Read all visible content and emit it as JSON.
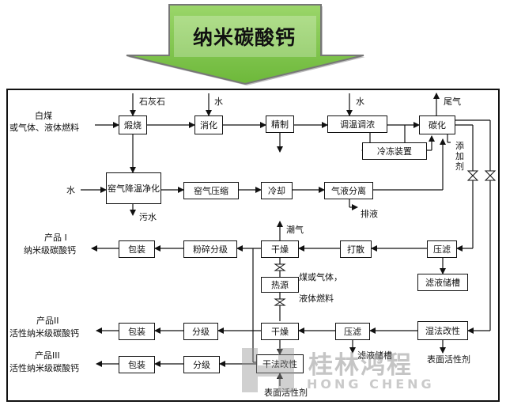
{
  "title": "纳米碳酸钙",
  "inputs": {
    "fuel_line1": "白煤",
    "fuel_line2": "或气体、液体燃料",
    "limestone": "石灰石",
    "water_slake": "水",
    "water_adjust": "水",
    "water_kiln_gas": "水",
    "tail_gas": "尾气",
    "additive": "添加剂",
    "fuel_heat_line1": "煤或气体，",
    "fuel_heat_line2": "液体燃料",
    "surface_agent_wet": "表面活性剂",
    "surface_agent_dry": "表面活性剂"
  },
  "outputs": {
    "sewage": "污水",
    "drain": "排液",
    "moisture": "潮气",
    "filtrate_tank_label": "滤液储槽"
  },
  "boxes": {
    "calcine": "煅烧",
    "slake": "消化",
    "refine": "精制",
    "temp_adjust": "调温调浓",
    "carbonize": "碳化",
    "freezer": "冷冻装置",
    "kiln_gas_clean": "窑气降温净化",
    "kiln_gas_compress": "窑气压缩",
    "cool": "冷却",
    "gas_liquid_sep": "气液分离",
    "pack1": "包装",
    "crush_grade": "粉碎分级",
    "dry1": "干燥",
    "disperse": "打散",
    "press_filter1": "压滤",
    "filtrate_tank": "滤液储槽",
    "heat_source": "热源",
    "pack2": "包装",
    "grade2": "分级",
    "dry2": "干燥",
    "press_filter2": "压滤",
    "wet_modify": "湿法改性",
    "pack3": "包装",
    "grade3": "分级",
    "dry_modify": "干法改性"
  },
  "products": {
    "p1_name": "产品 I",
    "p1_desc": "纳米级碳酸钙",
    "p2_name": "产品II",
    "p2_desc": "活性纳米级碳酸钙",
    "p3_name": "产品III",
    "p3_desc": "活性纳米级碳酸钙"
  },
  "watermark": {
    "cn": "桂林鸿程",
    "en": "HONG CHENG"
  },
  "colors": {
    "banner_fill": "#7ec64a",
    "banner_border": "#6a6a6a",
    "line": "#111111"
  }
}
